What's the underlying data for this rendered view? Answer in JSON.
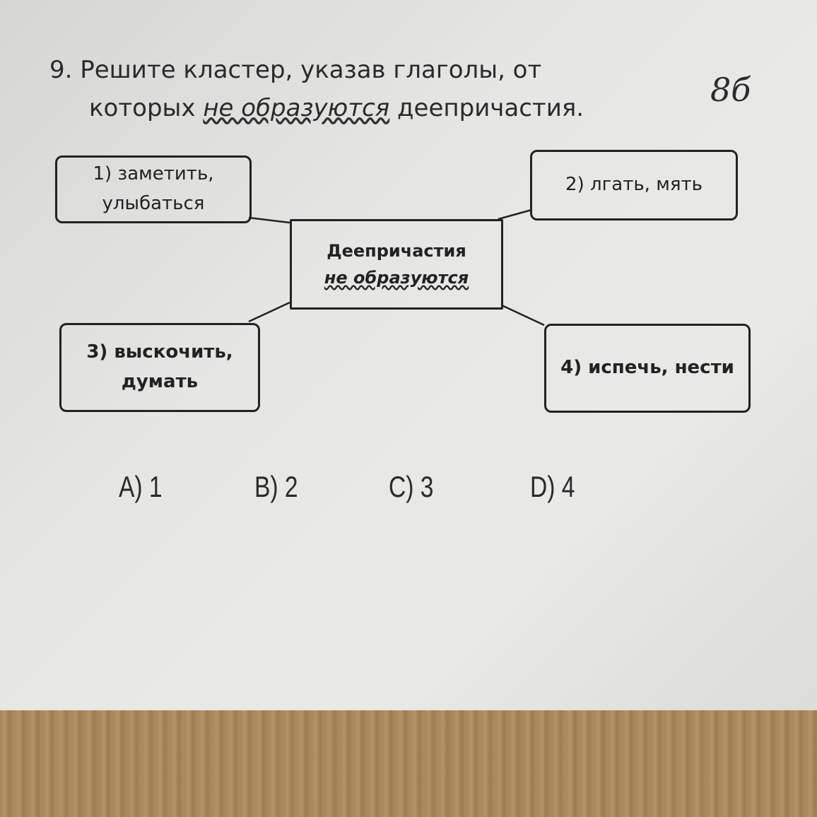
{
  "question": {
    "number": "9.",
    "line1": "Решите кластер, указав глаголы, от",
    "line2_prefix": "которых ",
    "line2_emph": "не образуются",
    "line2_suffix": " деепричастия."
  },
  "grade_mark": "8б",
  "cluster": {
    "center_line1": "Деепричастия",
    "center_line2": "не образуются",
    "boxes": [
      {
        "line1": "1) заметить,",
        "line2": "улыбаться"
      },
      {
        "line1": "2) лгать, мять",
        "line2": ""
      },
      {
        "line1": "3) выскочить,",
        "line2": "думать"
      },
      {
        "line1": "4) испечь, нести",
        "line2": ""
      }
    ]
  },
  "options": [
    "A) 1",
    "B) 2",
    "C) 3",
    "D) 4"
  ]
}
